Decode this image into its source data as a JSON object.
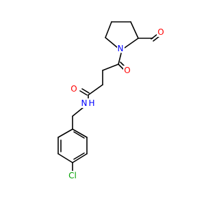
{
  "molecule": {
    "atom_labels": {
      "n_ring": "N",
      "o_formyl": "O",
      "o_ketone": "O",
      "o_amide": "O",
      "nh_amide": "N",
      "h_amide": "H",
      "cl": "Cl"
    },
    "colors": {
      "bond": "#000000",
      "oxygen": "#ff0000",
      "nitrogen": "#0000ff",
      "chlorine": "#00a000",
      "background": "#ffffff"
    }
  }
}
